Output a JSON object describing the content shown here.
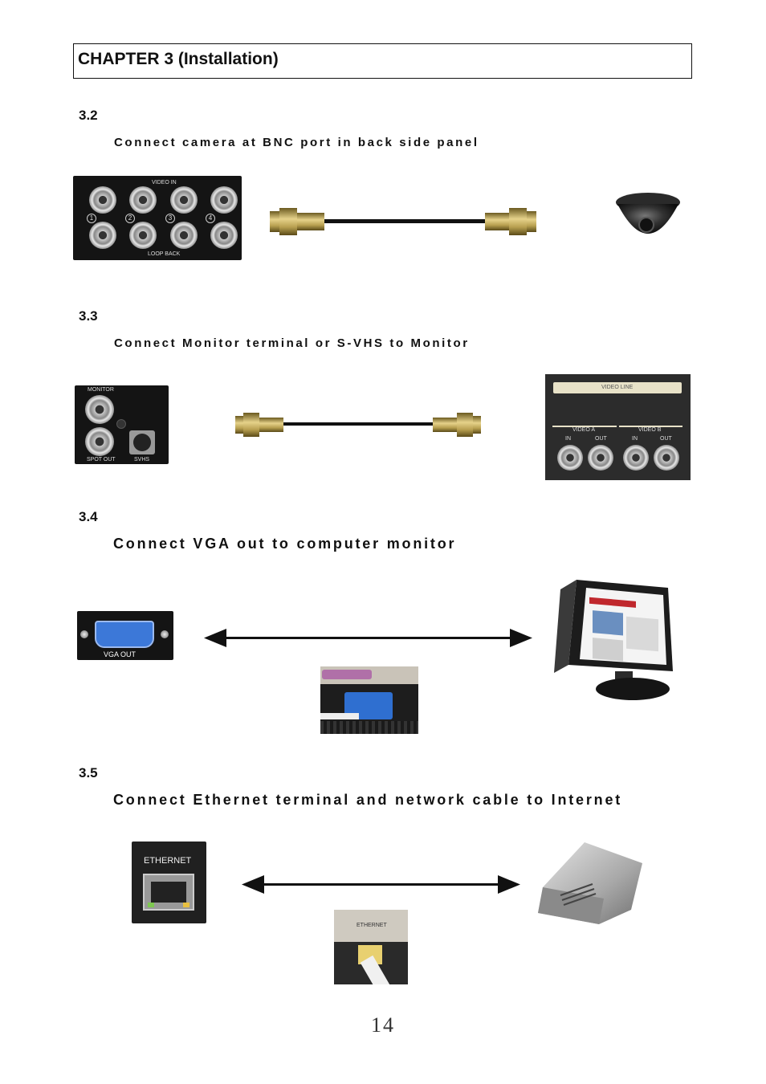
{
  "chapter": {
    "title": "CHAPTER 3 (Installation)"
  },
  "sections": [
    {
      "number": "3.2",
      "description": "Connect camera at BNC port in back side panel"
    },
    {
      "number": "3.3",
      "description": "Connect Monitor terminal or S-VHS to Monitor"
    },
    {
      "number": "3.4",
      "description": "Connect VGA out to computer monitor"
    },
    {
      "number": "3.5",
      "description": "Connect Ethernet terminal and network cable to Internet"
    }
  ],
  "panel_labels": {
    "video_in": "VIDEO IN",
    "loop_back": "LOOP BACK",
    "ch1": "1",
    "ch2": "2",
    "ch3": "3",
    "ch4": "4",
    "monitor": "MONITOR",
    "spot_out": "SPOT OUT",
    "svhs": "SVHS",
    "video_line": "VIDEO LINE",
    "video_a": "VIDEO A",
    "video_b": "VIDEO B",
    "in": "IN",
    "out": "OUT",
    "vga_out": "VGA OUT",
    "ethernet": "ETHERNET"
  },
  "page_number": "14"
}
